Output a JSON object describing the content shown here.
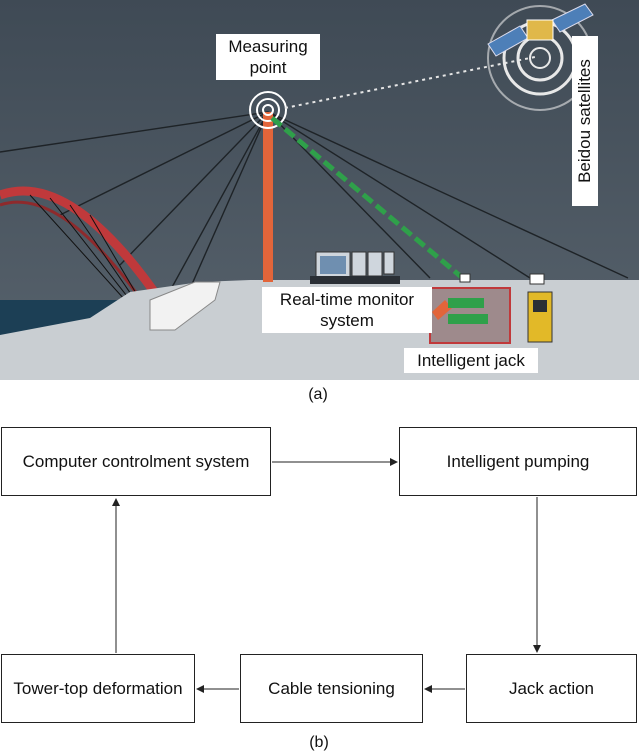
{
  "panel_a": {
    "labels": {
      "measuring_point": "Measuring point",
      "beidou": "Beidou satellites",
      "monitor": "Real-time monitor system",
      "jack": "Intelligent jack"
    },
    "caption": "(a)"
  },
  "panel_b": {
    "boxes": {
      "computer": "Computer controlment system",
      "pumping": "Intelligent pumping",
      "jack_action": "Jack action",
      "cable": "Cable tensioning",
      "tower": "Tower-top deformation"
    },
    "caption": "(b)"
  },
  "colors": {
    "sky": "#4a5560",
    "ground": "#c9ced2",
    "tower": "#e2653a",
    "arch": "#c0393b",
    "green_cable": "#2fa04a",
    "water": "#1c3f55"
  }
}
